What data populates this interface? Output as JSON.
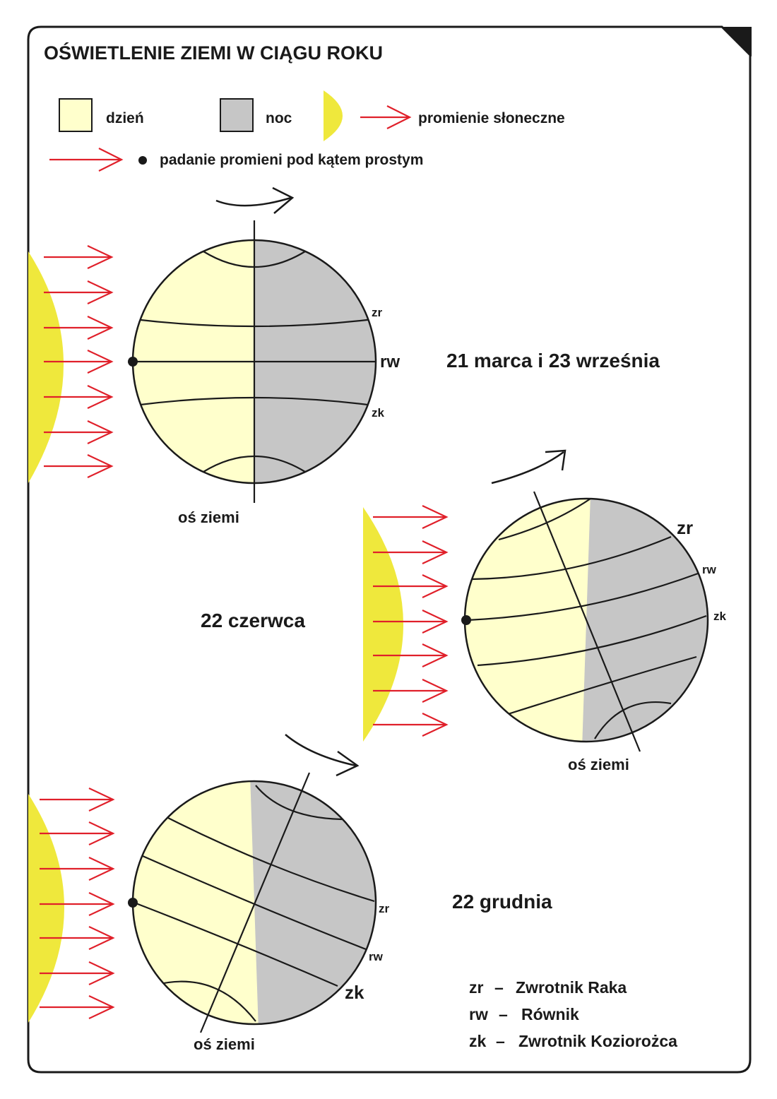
{
  "title": "OŚWIETLENIE ZIEMI W CIĄGU ROKU",
  "legend": {
    "day": "dzień",
    "night": "noc",
    "sun_rays": "promienie słoneczne",
    "perpendicular": "padanie promieni pod kątem prostym"
  },
  "colors": {
    "day": "#ffffcc",
    "night": "#c6c6c6",
    "sun": "#efe83c",
    "ray": "#e0202a",
    "line": "#1a1a1a"
  },
  "globes": [
    {
      "date": "21 marca i 23 września",
      "axis_label": "oś ziemi",
      "zr": "zr",
      "rw": "rw",
      "zk": "zk"
    },
    {
      "date": "22 czerwca",
      "axis_label": "oś ziemi",
      "zr": "zr",
      "rw": "rw",
      "zk": "zk"
    },
    {
      "date": "22 grudnia",
      "axis_label": "oś ziemi",
      "zr": "zr",
      "rw": "rw",
      "zk": "zk"
    }
  ],
  "key": [
    {
      "abbr": "zr",
      "dash": "–",
      "name": "Zwrotnik Raka"
    },
    {
      "abbr": "rw",
      "dash": "–",
      "name": "Równik"
    },
    {
      "abbr": "zk",
      "dash": "–",
      "name": "Zwrotnik Koziorożca"
    }
  ]
}
